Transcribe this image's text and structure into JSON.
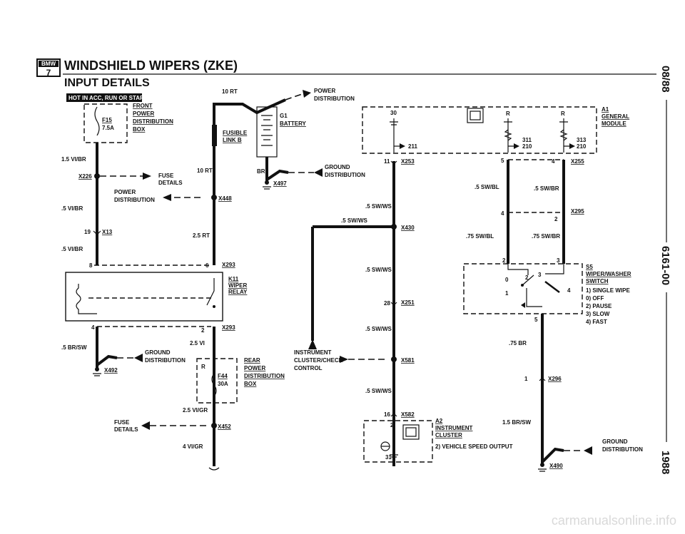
{
  "header": {
    "model": "7",
    "title": "WINDSHIELD WIPERS (ZKE)",
    "subtitle": "INPUT DETAILS"
  },
  "margin": {
    "date": "08/88",
    "code": "6161-00",
    "year": "1988"
  },
  "left": {
    "hot_label": "HOT IN ACC, RUN OR START",
    "fuse_id": "F15",
    "fuse_rating": "7.5A",
    "box_l1": "FRONT",
    "box_l2": "POWER",
    "box_l3": "DISTRIBUTION",
    "box_l4": "BOX",
    "w1": "1.5 VI/BR",
    "x226": "X226",
    "fuse_details_1": "FUSE",
    "fuse_details_2": "DETAILS",
    "power_dist_1": "POWER",
    "power_dist_2": "DISTRIBUTION",
    "w2": ".5 VI/BR",
    "pin19": "19",
    "x13": "X13",
    "w3": ".5 VI/BR"
  },
  "top": {
    "w_10rt": "10 RT",
    "power_dist_1": "POWER",
    "power_dist_2": "DISTRIBUTION",
    "fusible_1": "FUSIBLE",
    "fusible_2": "LINK B",
    "w_10rt_b": "10 RT",
    "w_25rt": "2.5 RT",
    "battery_id": "G1",
    "battery": "BATTERY",
    "br": "BR",
    "ground_1": "GROUND",
    "ground_2": "DISTRIBUTION",
    "x497": "X497",
    "x448": "X448"
  },
  "relay": {
    "pin8": "8",
    "pin6": "6",
    "x293": "X293",
    "k11": "K11",
    "name1": "WIPER",
    "name2": "RELAY",
    "pin4": "4",
    "pin2": "2",
    "x293b": "X293",
    "w_brsw": ".5 BR/SW",
    "ground_1": "GROUND",
    "ground_2": "DISTRIBUTION",
    "x492": "X492",
    "w_25vi": "2.5 VI"
  },
  "rear": {
    "r": "R",
    "fuse_id": "F44",
    "fuse_rating": "30A",
    "l1": "REAR",
    "l2": "POWER",
    "l3": "DISTRIBUTION",
    "l4": "BOX",
    "w_25vigr": "2.5 VI/GR",
    "x452": "X452",
    "fuse_details_1": "FUSE",
    "fuse_details_2": "DETAILS",
    "w_4vigr": "4 VI/GR"
  },
  "gm": {
    "pin30": "30",
    "n211": "211",
    "r1": "R",
    "r2": "R",
    "n311": "311",
    "n210a": "210",
    "n313": "313",
    "n210b": "210",
    "a1": "A1",
    "name1": "GENERAL",
    "name2": "MODULE",
    "pin11": "11",
    "x253": "X253",
    "w_swws1": ".5 SW/WS",
    "w_swws2": ".5 SW/WS",
    "x430": "X430",
    "w_swws3": ".5 SW/WS",
    "pin28": "28",
    "x251": "X251",
    "w_swws4": ".5 SW/WS"
  },
  "cluster": {
    "ic_1": "INSTRUMENT",
    "ic_2": "CLUSTER/CHECK",
    "ic_3": "CONTROL",
    "x581": "X581",
    "w_swws5": ".5 SW/WS",
    "pin16": "16",
    "x582": "X582",
    "pin2": "2",
    "pin31": "31",
    "a2": "A2",
    "name1": "INSTRUMENT",
    "name2": "CLUSTER",
    "vss": "2) VEHICLE SPEED OUTPUT"
  },
  "sw": {
    "pin5": "5",
    "pin4a": "4",
    "x255": "X255",
    "w_swbl": ".5 SW/BL",
    "w_swbr": ".5 SW/BR",
    "pin4b": "4",
    "pin2a": "2",
    "x295": "X295",
    "w_75swbl": ".75 SW/BL",
    "w_75swbr": ".75 SW/BR",
    "pin2b": "2",
    "pin3": "3",
    "pos0": "0",
    "pos2": "2",
    "pos3": "3",
    "pos1": "1",
    "pos4": "4",
    "s5": "S5",
    "name1": "WIPER/WASHER",
    "name2": "SWITCH",
    "opt1": "1) SINGLE WIPE",
    "opt2": "0) OFF",
    "opt3": "2) PAUSE",
    "opt4": "3) SLOW",
    "opt5": "4) FAST",
    "pin5b": "5",
    "w_75br": ".75 BR",
    "pin1": "1",
    "x296": "X296",
    "w_15brsw": "1.5 BR/SW",
    "ground_1": "GROUND",
    "ground_2": "DISTRIBUTION",
    "x490": "X490"
  },
  "watermark": "carmanualsonline.info"
}
